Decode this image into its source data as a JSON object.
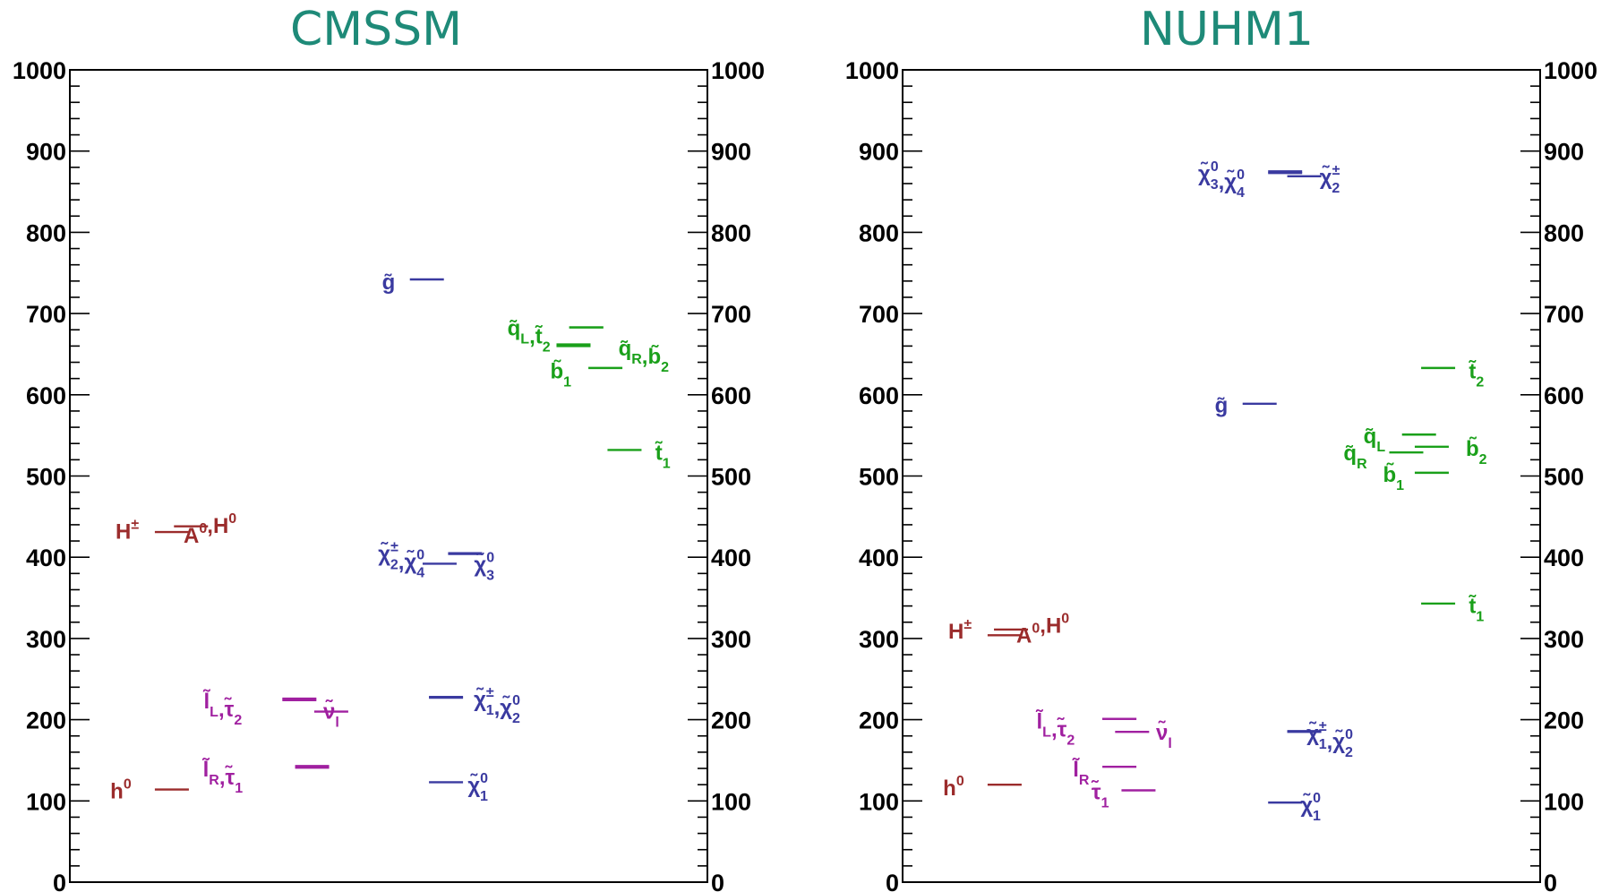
{
  "colors": {
    "title": "#1e8a78",
    "higgs": "#9b2c2c",
    "slepton": "#a020a0",
    "gaugino": "#3a3aa0",
    "squark": "#1aa01a",
    "frame": "#000000"
  },
  "chart_data": [
    {
      "type": "mass spectrum",
      "title": "CMSSM",
      "ylim": [
        0,
        1000
      ],
      "major_ticks": [
        0,
        100,
        200,
        300,
        400,
        500,
        600,
        700,
        800,
        900,
        1000
      ],
      "levels": [
        {
          "name": "h0",
          "group": "higgs",
          "mass": 114,
          "col": 0.16
        },
        {
          "name": "H±",
          "group": "higgs",
          "mass": 438,
          "col": 0.19
        },
        {
          "name": "A0",
          "group": "higgs",
          "mass": 431,
          "col": 0.16
        },
        {
          "name": "lR",
          "group": "slepton",
          "mass": 143,
          "col": 0.38
        },
        {
          "name": "τ1",
          "group": "slepton",
          "mass": 141,
          "col": 0.38
        },
        {
          "name": "lL",
          "group": "slepton",
          "mass": 226,
          "col": 0.36
        },
        {
          "name": "τ2",
          "group": "slepton",
          "mass": 224,
          "col": 0.36
        },
        {
          "name": "νl",
          "group": "slepton",
          "mass": 210,
          "col": 0.41
        },
        {
          "name": "χ1^0",
          "group": "gaugino",
          "mass": 123,
          "col": 0.59
        },
        {
          "name": "χ1±",
          "group": "gaugino",
          "mass": 228,
          "col": 0.59
        },
        {
          "name": "χ2^0",
          "group": "gaugino",
          "mass": 227,
          "col": 0.59
        },
        {
          "name": "χ2±",
          "group": "gaugino",
          "mass": 405,
          "col": 0.62
        },
        {
          "name": "χ4^0",
          "group": "gaugino",
          "mass": 404,
          "col": 0.62
        },
        {
          "name": "χ3^0",
          "group": "gaugino",
          "mass": 392,
          "col": 0.58
        },
        {
          "name": "g",
          "group": "gaugino",
          "mass": 742,
          "col": 0.56
        },
        {
          "name": "qL",
          "group": "squark",
          "mass": 683,
          "col": 0.81
        },
        {
          "name": "t2",
          "group": "squark",
          "mass": 683,
          "col": 0.81
        },
        {
          "name": "qR",
          "group": "squark",
          "mass": 662,
          "col": 0.79
        },
        {
          "name": "b2",
          "group": "squark",
          "mass": 660,
          "col": 0.79
        },
        {
          "name": "b1",
          "group": "squark",
          "mass": 633,
          "col": 0.84
        },
        {
          "name": "t1",
          "group": "squark",
          "mass": 532,
          "col": 0.87
        }
      ],
      "labels": [
        {
          "text": "h",
          "sup": "0",
          "group": "higgs",
          "mass": 113,
          "col": 0.08
        },
        {
          "text": "H",
          "sup": "±",
          "group": "higgs",
          "mass": 433,
          "col": 0.09
        },
        {
          "text": "A",
          "sup": "0",
          "text2": ",H",
          "sup2": "0",
          "group": "higgs",
          "mass": 428,
          "col": 0.22
        },
        {
          "text": "l̃",
          "sub": "R",
          "text2": ",τ̃",
          "sub2": "1",
          "group": "slepton",
          "mass": 140,
          "col": 0.24
        },
        {
          "text": "l̃",
          "sub": "L",
          "text2": ",τ̃",
          "sub2": "2",
          "group": "slepton",
          "mass": 224,
          "col": 0.24
        },
        {
          "text": "ν̃",
          "sub": "l",
          "group": "slepton",
          "mass": 211,
          "col": 0.41
        },
        {
          "text": "χ̃",
          "sup": "0",
          "sub": "1",
          "group": "gaugino",
          "mass": 120,
          "col": 0.64
        },
        {
          "text": "χ̃",
          "sup": "±",
          "sub": "1",
          "text2": ",χ̃",
          "sup2": "0",
          "sub2": "2",
          "group": "gaugino",
          "mass": 226,
          "col": 0.67
        },
        {
          "text": "χ̃",
          "sup": "±",
          "sub": "2",
          "text2": ",χ̃",
          "sup2": "0",
          "sub2": "4",
          "group": "gaugino",
          "mass": 405,
          "col": 0.52
        },
        {
          "text": "χ̃",
          "sup": "0",
          "sub": "3",
          "group": "gaugino",
          "mass": 392,
          "col": 0.65
        },
        {
          "text": "g̃",
          "group": "gaugino",
          "mass": 740,
          "col": 0.5
        },
        {
          "text": "q̃",
          "sub": "L",
          "text2": ",t̃",
          "sub2": "2",
          "group": "squark",
          "mass": 683,
          "col": 0.72
        },
        {
          "text": "q̃",
          "sub": "R",
          "text2": ",b̃",
          "sub2": "2",
          "group": "squark",
          "mass": 658,
          "col": 0.9
        },
        {
          "text": "b̃",
          "sub": "1",
          "group": "squark",
          "mass": 630,
          "col": 0.77
        },
        {
          "text": "t̃",
          "sub": "1",
          "group": "squark",
          "mass": 530,
          "col": 0.93
        }
      ]
    },
    {
      "type": "mass spectrum",
      "title": "NUHM1",
      "ylim": [
        0,
        1000
      ],
      "major_ticks": [
        0,
        100,
        200,
        300,
        400,
        500,
        600,
        700,
        800,
        900,
        1000
      ],
      "levels": [
        {
          "name": "h0",
          "group": "higgs",
          "mass": 120,
          "col": 0.16
        },
        {
          "name": "H±",
          "group": "higgs",
          "mass": 311,
          "col": 0.17
        },
        {
          "name": "A0",
          "group": "higgs",
          "mass": 304,
          "col": 0.16
        },
        {
          "name": "lL",
          "group": "slepton",
          "mass": 201,
          "col": 0.34
        },
        {
          "name": "τ2",
          "group": "slepton",
          "mass": 201,
          "col": 0.34
        },
        {
          "name": "νl",
          "group": "slepton",
          "mass": 185,
          "col": 0.36
        },
        {
          "name": "lR",
          "group": "slepton",
          "mass": 142,
          "col": 0.34
        },
        {
          "name": "τ1",
          "group": "slepton",
          "mass": 113,
          "col": 0.37
        },
        {
          "name": "χ1^0",
          "group": "gaugino",
          "mass": 98,
          "col": 0.6
        },
        {
          "name": "χ1±",
          "group": "gaugino",
          "mass": 186,
          "col": 0.63
        },
        {
          "name": "χ2^0",
          "group": "gaugino",
          "mass": 185,
          "col": 0.63
        },
        {
          "name": "χ3^0",
          "group": "gaugino",
          "mass": 875,
          "col": 0.6
        },
        {
          "name": "χ4^0",
          "group": "gaugino",
          "mass": 873,
          "col": 0.6
        },
        {
          "name": "χ2±",
          "group": "gaugino",
          "mass": 869,
          "col": 0.63
        },
        {
          "name": "g",
          "group": "gaugino",
          "mass": 589,
          "col": 0.56
        },
        {
          "name": "qL",
          "group": "squark",
          "mass": 551,
          "col": 0.81
        },
        {
          "name": "qR",
          "group": "squark",
          "mass": 529,
          "col": 0.79
        },
        {
          "name": "b2",
          "group": "squark",
          "mass": 536,
          "col": 0.83
        },
        {
          "name": "b1",
          "group": "squark",
          "mass": 504,
          "col": 0.83
        },
        {
          "name": "t2",
          "group": "squark",
          "mass": 633,
          "col": 0.84
        },
        {
          "name": "t1",
          "group": "squark",
          "mass": 343,
          "col": 0.84
        }
      ],
      "labels": [
        {
          "text": "h",
          "sup": "0",
          "group": "higgs",
          "mass": 117,
          "col": 0.08
        },
        {
          "text": "H",
          "sup": "±",
          "group": "higgs",
          "mass": 310,
          "col": 0.09
        },
        {
          "text": "A",
          "sup": "0",
          "text2": ",H",
          "sup2": "0",
          "group": "higgs",
          "mass": 305,
          "col": 0.22
        },
        {
          "text": "l̃",
          "sub": "L",
          "text2": ",τ̃",
          "sub2": "2",
          "group": "slepton",
          "mass": 199,
          "col": 0.24
        },
        {
          "text": "ν̃",
          "sub": "l",
          "group": "slepton",
          "mass": 185,
          "col": 0.41
        },
        {
          "text": "l̃",
          "sub": "R",
          "group": "slepton",
          "mass": 140,
          "col": 0.28
        },
        {
          "text": "τ̃",
          "sub": "1",
          "group": "slepton",
          "mass": 112,
          "col": 0.31
        },
        {
          "text": "χ̃",
          "sup": "0",
          "sub": "1",
          "group": "gaugino",
          "mass": 96,
          "col": 0.64
        },
        {
          "text": "χ̃",
          "sup": "±",
          "sub": "1",
          "text2": ",χ̃",
          "sup2": "0",
          "sub2": "2",
          "group": "gaugino",
          "mass": 184,
          "col": 0.67
        },
        {
          "text": "χ̃",
          "sup": "0",
          "sub": "3",
          "text2": ",χ̃",
          "sup2": "0",
          "sub2": "4",
          "group": "gaugino",
          "mass": 873,
          "col": 0.5
        },
        {
          "text": "χ̃",
          "sup": "±",
          "sub": "2",
          "group": "gaugino",
          "mass": 869,
          "col": 0.67
        },
        {
          "text": "g̃",
          "group": "gaugino",
          "mass": 588,
          "col": 0.5
        },
        {
          "text": "q̃",
          "sub": "L",
          "group": "squark",
          "mass": 550,
          "col": 0.74
        },
        {
          "text": "q̃",
          "sub": "R",
          "group": "squark",
          "mass": 529,
          "col": 0.71
        },
        {
          "text": "b̃",
          "sub": "2",
          "group": "squark",
          "mass": 535,
          "col": 0.9
        },
        {
          "text": "b̃",
          "sub": "1",
          "group": "squark",
          "mass": 503,
          "col": 0.77
        },
        {
          "text": "t̃",
          "sub": "2",
          "group": "squark",
          "mass": 630,
          "col": 0.9
        },
        {
          "text": "t̃",
          "sub": "1",
          "group": "squark",
          "mass": 341,
          "col": 0.9
        }
      ]
    }
  ]
}
